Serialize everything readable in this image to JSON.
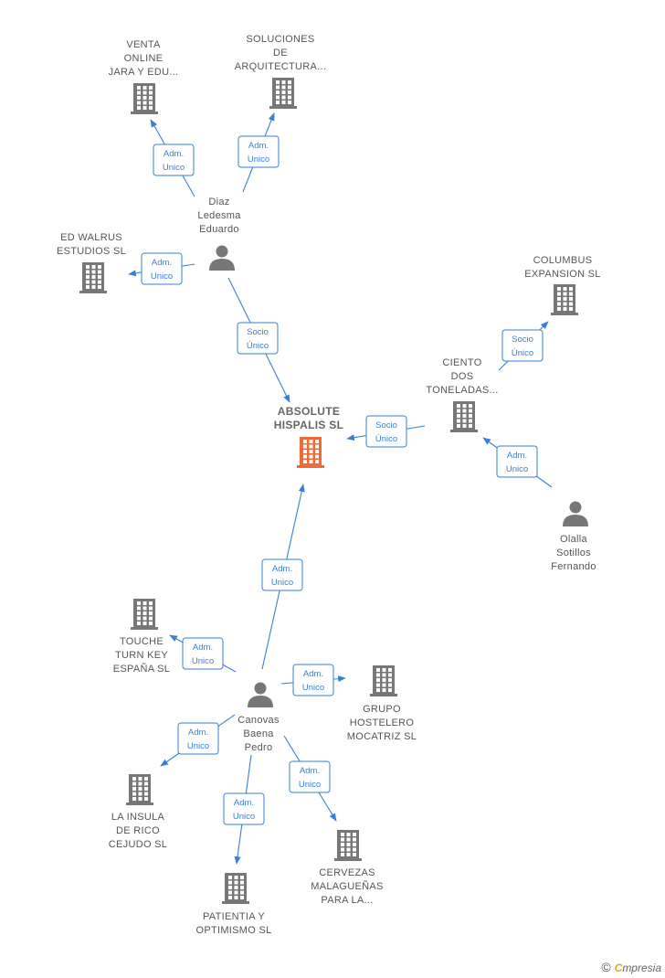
{
  "colors": {
    "edge": "#3a7fd5",
    "company": "#777777",
    "main_company": "#f06a35",
    "person": "#777777"
  },
  "nodes": [
    {
      "id": "venta",
      "type": "company",
      "lines": [
        "VENTA",
        "ONLINE",
        "JARA Y EDU..."
      ]
    },
    {
      "id": "soluciones",
      "type": "company",
      "lines": [
        "SOLUCIONES",
        "DE",
        "ARQUITECTURA..."
      ]
    },
    {
      "id": "diaz",
      "type": "person",
      "lines": [
        "Diaz",
        "Ledesma",
        "Eduardo"
      ]
    },
    {
      "id": "edwalrus",
      "type": "company",
      "lines": [
        "ED WALRUS",
        "ESTUDIOS  SL"
      ]
    },
    {
      "id": "columbus",
      "type": "company",
      "lines": [
        "COLUMBUS",
        "EXPANSION  SL"
      ]
    },
    {
      "id": "ciento",
      "type": "company",
      "lines": [
        "CIENTO",
        "DOS",
        "TONELADAS..."
      ]
    },
    {
      "id": "absolute",
      "type": "main",
      "lines": [
        "ABSOLUTE",
        "HISPALIS  SL"
      ]
    },
    {
      "id": "olalla",
      "type": "person",
      "lines": [
        "Olalla",
        "Sotillos",
        "Fernando"
      ]
    },
    {
      "id": "touche",
      "type": "company",
      "lines": [
        "TOUCHE",
        "TURN KEY",
        "ESPAÑA SL"
      ]
    },
    {
      "id": "grupo",
      "type": "company",
      "lines": [
        "GRUPO",
        "HOSTELERO",
        "MOCATRIZ  SL"
      ]
    },
    {
      "id": "canovas",
      "type": "person",
      "lines": [
        "Canovas",
        "Baena",
        "Pedro"
      ]
    },
    {
      "id": "insula",
      "type": "company",
      "lines": [
        "LA INSULA",
        "DE RICO",
        "CEJUDO  SL"
      ]
    },
    {
      "id": "cervezas",
      "type": "company",
      "lines": [
        "CERVEZAS",
        "MALAGUEÑAS",
        "PARA LA..."
      ]
    },
    {
      "id": "patientia",
      "type": "company",
      "lines": [
        "PATIENTIA Y",
        "OPTIMISMO  SL"
      ]
    }
  ],
  "edges": [
    {
      "from": "diaz",
      "to": "venta",
      "label": [
        "Adm.",
        "Unico"
      ]
    },
    {
      "from": "diaz",
      "to": "soluciones",
      "label": [
        "Adm.",
        "Unico"
      ]
    },
    {
      "from": "diaz",
      "to": "edwalrus",
      "label": [
        "Adm.",
        "Unico"
      ]
    },
    {
      "from": "diaz",
      "to": "absolute",
      "label": [
        "Socio",
        "Único"
      ]
    },
    {
      "from": "ciento",
      "to": "columbus",
      "label": [
        "Socio",
        "Único"
      ]
    },
    {
      "from": "ciento",
      "to": "absolute",
      "label": [
        "Socio",
        "Único"
      ]
    },
    {
      "from": "olalla",
      "to": "ciento",
      "label": [
        "Adm.",
        "Unico"
      ]
    },
    {
      "from": "canovas",
      "to": "absolute",
      "label": [
        "Adm.",
        "Unico"
      ]
    },
    {
      "from": "canovas",
      "to": "touche",
      "label": [
        "Adm.",
        "Unico"
      ]
    },
    {
      "from": "canovas",
      "to": "grupo",
      "label": [
        "Adm.",
        "Unico"
      ]
    },
    {
      "from": "canovas",
      "to": "insula",
      "label": [
        "Adm.",
        "Unico"
      ]
    },
    {
      "from": "canovas",
      "to": "patientia",
      "label": [
        "Adm.",
        "Unico"
      ]
    },
    {
      "from": "canovas",
      "to": "cervezas",
      "label": [
        "Adm.",
        "Unico"
      ]
    }
  ],
  "footer": {
    "copyright": "©",
    "brand_initial": "C",
    "brand_rest": "mpresia"
  }
}
